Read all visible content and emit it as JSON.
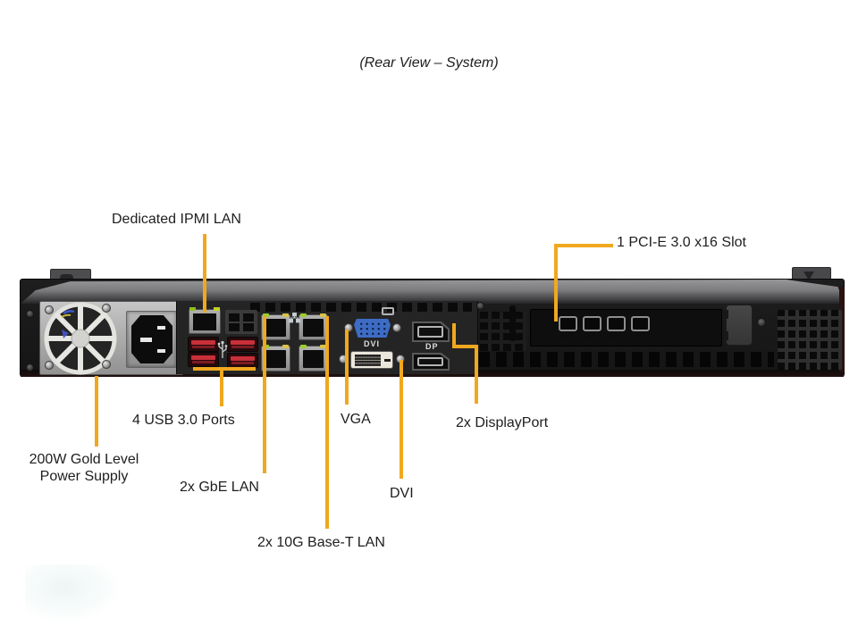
{
  "title": "(Rear View – System)",
  "colors": {
    "callout_line": "#F0A81F",
    "chassis_black": "#1a1a1a",
    "psu_panel_silver": "#b7b7b7",
    "vga_blue": "#3e6cc4",
    "usb_red": "#c8303a"
  },
  "icons": {
    "fan": "fan-icon",
    "usb_symbol": "usb-trident-icon",
    "network_symbol": "network-nodes-icon",
    "monitor_symbol": "monitor-icon"
  },
  "callouts": {
    "ipmi": {
      "label": "Dedicated IPMI LAN"
    },
    "pcie": {
      "label": "1 PCI-E 3.0 x16 Slot"
    },
    "usb": {
      "label": "4 USB 3.0 Ports"
    },
    "vga": {
      "label": "VGA"
    },
    "displayport": {
      "label": "2x DisplayPort"
    },
    "psu": {
      "line1": "200W Gold Level",
      "line2": "Power Supply"
    },
    "gbe": {
      "label": "2x GbE LAN"
    },
    "dvi": {
      "label": "DVI"
    },
    "tengig": {
      "label": "2x 10G Base-T LAN"
    }
  },
  "chassis_printed": {
    "dvi": "DVI",
    "dp": "DP"
  }
}
